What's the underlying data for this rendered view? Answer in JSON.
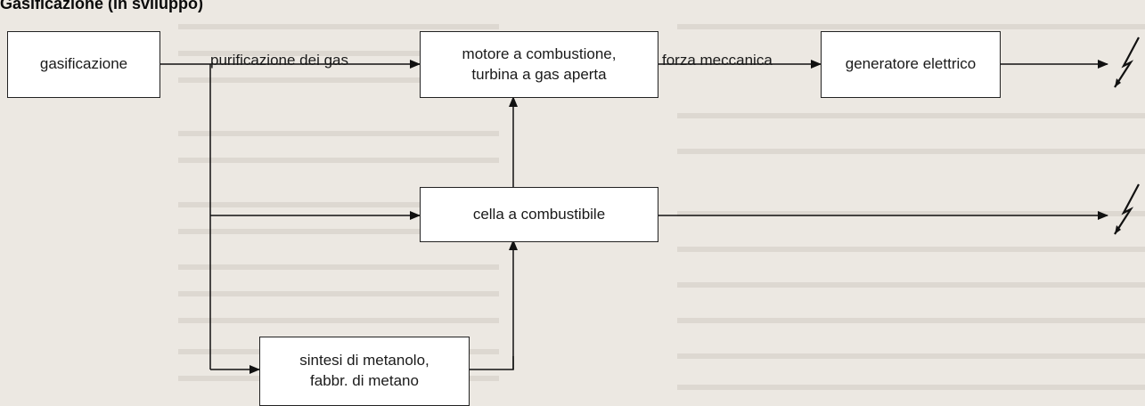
{
  "title": "Gasificazione (in sviluppo)",
  "nodes": {
    "gasificazione": "gasificazione",
    "purificazione": "purificazione dei gas",
    "motore_line1": "motore a combustione,",
    "motore_line2": "turbina a gas aperta",
    "forza": "forza meccanica",
    "generatore": "generatore elettrico",
    "cella": "cella a combustibile",
    "sintesi_line1": "sintesi di metanolo,",
    "sintesi_line2": "fabbr. di metano"
  },
  "icons": {
    "output_top": "lightning-bolt-icon",
    "output_bottom": "lightning-bolt-icon"
  }
}
